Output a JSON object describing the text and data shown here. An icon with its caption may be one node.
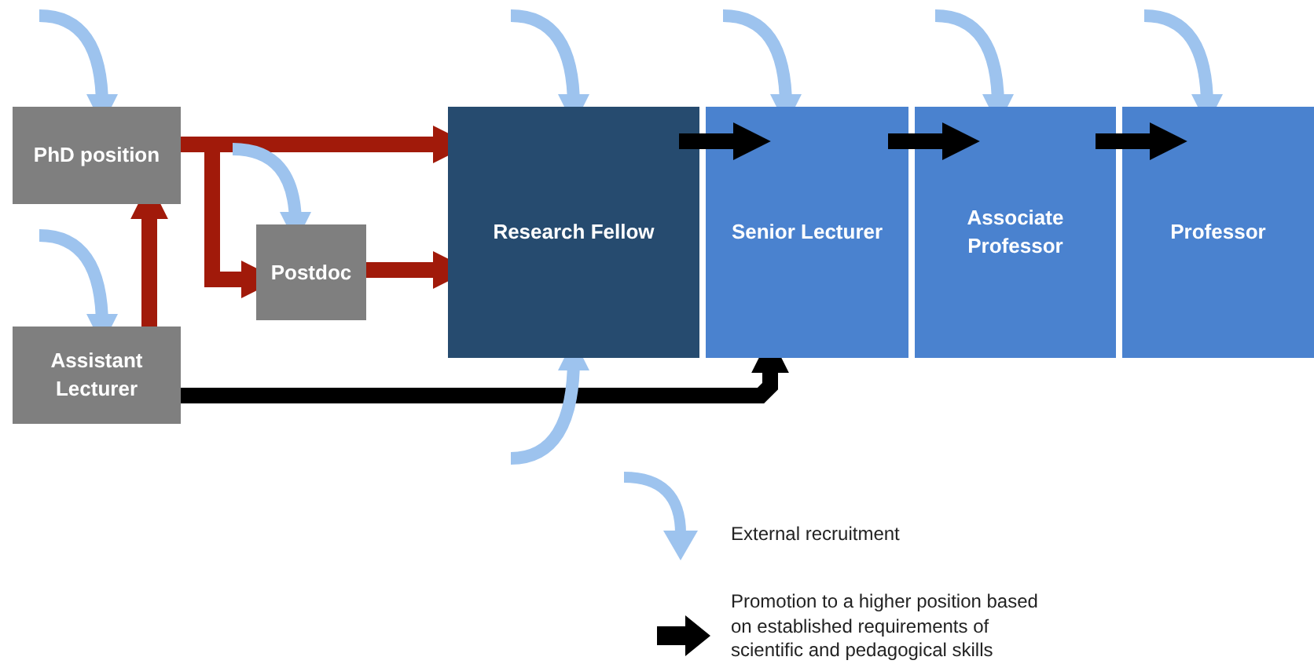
{
  "diagram": {
    "nodes": [
      {
        "text": [
          "PhD position"
        ]
      },
      {
        "text": [
          "Assistant Lecturer"
        ]
      },
      {
        "text": [
          "Postdoc"
        ]
      },
      {
        "text": [
          "Research Fellow"
        ]
      },
      {
        "text": [
          "Senior Lecturer"
        ]
      },
      {
        "text": [
          "Associate Professor"
        ]
      },
      {
        "text": [
          "Professor"
        ]
      }
    ],
    "edges": [
      {
        "from": 1,
        "to": 0,
        "arrow": "to",
        "color": "#a11a0a"
      },
      {
        "from": 0,
        "to": 3,
        "arrow": "to",
        "color": "#a11a0a"
      },
      {
        "from": 0,
        "to": 2,
        "arrow": "to",
        "color": "#a11a0a"
      },
      {
        "from": 2,
        "to": 3,
        "arrow": "to",
        "color": "#a11a0a"
      },
      {
        "from": 3,
        "to": 4,
        "arrow": "to",
        "color": "#000000"
      },
      {
        "from": 4,
        "to": 5,
        "arrow": "to",
        "color": "#000000"
      },
      {
        "from": 5,
        "to": 6,
        "arrow": "to",
        "color": "#000000"
      },
      {
        "from": 1,
        "to": 4,
        "arrow": "to",
        "color": "#000000"
      },
      {
        "from": null,
        "to": 0,
        "arrow": "to"
      },
      {
        "from": null,
        "to": 1,
        "arrow": "to"
      },
      {
        "from": null,
        "to": 2,
        "arrow": "to"
      },
      {
        "from": null,
        "to": 3,
        "arrow": "to"
      },
      {
        "from": null,
        "to": 3,
        "arrow": "to"
      },
      {
        "from": null,
        "to": 4,
        "arrow": "to"
      },
      {
        "from": null,
        "to": 5,
        "arrow": "to"
      },
      {
        "from": null,
        "to": 6,
        "arrow": "to"
      }
    ],
    "legend": [
      {
        "text": "External recruitment"
      },
      {
        "text": "Promotion to a higher position based on established requirements of scientific and pedagogical skills"
      }
    ]
  }
}
